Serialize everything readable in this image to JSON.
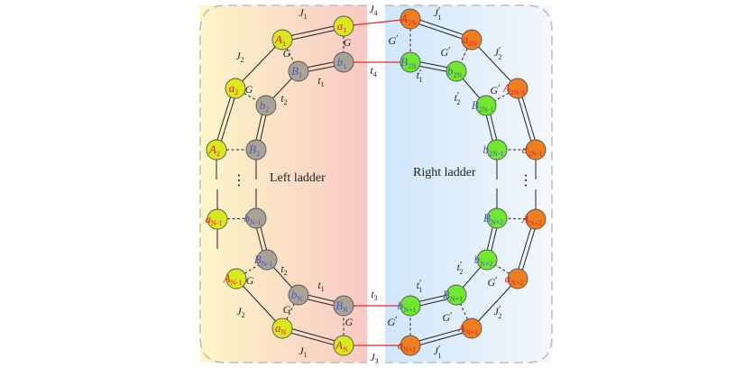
{
  "left_region": {
    "label": "Left ladder",
    "gradient": [
      "#fdf6c8",
      "#f9c9c4"
    ]
  },
  "right_region": {
    "label": "Right ladder",
    "gradient": [
      "#cfe6fb",
      "#f4f8fb"
    ]
  },
  "ellipsis": "⋮",
  "colors": {
    "yellow": "#d9e81e",
    "gray": "#a9a296",
    "green": "#6fe82f",
    "orange": "#ee7e1f",
    "link": "#e02a2a",
    "text_red": "#d42a2a",
    "text_blue": "#4a59b8"
  },
  "nodes": [
    {
      "id": "a1",
      "base": "a",
      "sub": "1",
      "fill": "yellow",
      "text": "red"
    },
    {
      "id": "A1",
      "base": "A",
      "sub": "1",
      "fill": "yellow",
      "text": "red"
    },
    {
      "id": "B1",
      "base": "B",
      "sub": "1",
      "fill": "gray",
      "text": "blue"
    },
    {
      "id": "b1",
      "base": "b",
      "sub": "1",
      "fill": "gray",
      "text": "blue"
    },
    {
      "id": "a2",
      "base": "a",
      "sub": "2",
      "fill": "yellow",
      "text": "red"
    },
    {
      "id": "b2",
      "base": "b",
      "sub": "2",
      "fill": "gray",
      "text": "blue"
    },
    {
      "id": "A2",
      "base": "A",
      "sub": "2",
      "fill": "yellow",
      "text": "red"
    },
    {
      "id": "B2",
      "base": "B",
      "sub": "2",
      "fill": "gray",
      "text": "blue"
    },
    {
      "id": "aN1",
      "base": "a",
      "sub": "N-1",
      "fill": "yellow",
      "text": "red"
    },
    {
      "id": "bN1",
      "base": "b",
      "sub": "N-1",
      "fill": "gray",
      "text": "blue"
    },
    {
      "id": "AN1",
      "base": "A",
      "sub": "N-1",
      "fill": "yellow",
      "text": "red"
    },
    {
      "id": "BN1",
      "base": "B",
      "sub": "N-1",
      "fill": "gray",
      "text": "blue"
    },
    {
      "id": "bN",
      "base": "b",
      "sub": "N",
      "fill": "gray",
      "text": "blue"
    },
    {
      "id": "BN",
      "base": "B",
      "sub": "N",
      "fill": "gray",
      "text": "blue"
    },
    {
      "id": "aN",
      "base": "a",
      "sub": "N",
      "fill": "yellow",
      "text": "red"
    },
    {
      "id": "AN",
      "base": "A",
      "sub": "N",
      "fill": "yellow",
      "text": "red"
    },
    {
      "id": "A2N",
      "base": "A",
      "sub": "2N",
      "fill": "orange",
      "text": "red"
    },
    {
      "id": "B2N",
      "base": "B",
      "sub": "2N",
      "fill": "green",
      "text": "blue"
    },
    {
      "id": "a2N",
      "base": "a",
      "sub": "2N",
      "fill": "orange",
      "text": "red"
    },
    {
      "id": "b2N",
      "base": "b",
      "sub": "2N",
      "fill": "green",
      "text": "blue"
    },
    {
      "id": "A2N1",
      "base": "A",
      "sub": "2N-1",
      "fill": "orange",
      "text": "red"
    },
    {
      "id": "B2N1",
      "base": "B",
      "sub": "2N-1",
      "fill": "green",
      "text": "blue"
    },
    {
      "id": "b2N1",
      "base": "b",
      "sub": "2N-1",
      "fill": "green",
      "text": "blue"
    },
    {
      "id": "a2N1",
      "base": "a",
      "sub": "2N-1",
      "fill": "orange",
      "text": "red"
    },
    {
      "id": "BNp2",
      "base": "B",
      "sub": "N+2",
      "fill": "green",
      "text": "blue"
    },
    {
      "id": "ANp2",
      "base": "A",
      "sub": "N+2",
      "fill": "orange",
      "text": "red"
    },
    {
      "id": "bNp2",
      "base": "b",
      "sub": "N+2",
      "fill": "green",
      "text": "blue"
    },
    {
      "id": "aNp2",
      "base": "a",
      "sub": "N+2",
      "fill": "orange",
      "text": "red"
    },
    {
      "id": "BNp1",
      "base": "B",
      "sub": "N+1",
      "fill": "green",
      "text": "blue"
    },
    {
      "id": "bNp1",
      "base": "b",
      "sub": "N+1",
      "fill": "green",
      "text": "blue"
    },
    {
      "id": "ANp1",
      "base": "A",
      "sub": "N+1",
      "fill": "orange",
      "text": "red"
    },
    {
      "id": "aNp1",
      "base": "a",
      "sub": "N+1",
      "fill": "orange",
      "text": "red"
    }
  ],
  "edges": [
    {
      "from": "a1",
      "to": "A1",
      "style": "double"
    },
    {
      "from": "A1",
      "to": "a2",
      "style": "single"
    },
    {
      "from": "a2",
      "to": "A2",
      "style": "double"
    },
    {
      "from": "AN1",
      "to": "aN",
      "style": "single"
    },
    {
      "from": "aN",
      "to": "AN",
      "style": "double"
    },
    {
      "from": "b1",
      "to": "B1",
      "style": "double"
    },
    {
      "from": "B1",
      "to": "b2",
      "style": "single"
    },
    {
      "from": "b2",
      "to": "B2",
      "style": "double"
    },
    {
      "from": "bN1",
      "to": "BN1",
      "style": "double"
    },
    {
      "from": "BN1",
      "to": "bN",
      "style": "single"
    },
    {
      "from": "bN",
      "to": "BN",
      "style": "double"
    },
    {
      "from": "a1",
      "to": "b1",
      "style": "dashed"
    },
    {
      "from": "A1",
      "to": "B1",
      "style": "dashed"
    },
    {
      "from": "a2",
      "to": "b2",
      "style": "dashed"
    },
    {
      "from": "A2",
      "to": "B2",
      "style": "dashed"
    },
    {
      "from": "aN1",
      "to": "bN1",
      "style": "dashed"
    },
    {
      "from": "AN1",
      "to": "BN1",
      "style": "dashed"
    },
    {
      "from": "aN",
      "to": "bN",
      "style": "dashed"
    },
    {
      "from": "AN",
      "to": "BN",
      "style": "dashed"
    },
    {
      "from": "A2N",
      "to": "a2N",
      "style": "double"
    },
    {
      "from": "a2N",
      "to": "A2N1",
      "style": "single"
    },
    {
      "from": "A2N1",
      "to": "a2N1",
      "style": "double"
    },
    {
      "from": "ANp2",
      "to": "aNp2",
      "style": "double"
    },
    {
      "from": "aNp2",
      "to": "ANp1",
      "style": "single"
    },
    {
      "from": "ANp1",
      "to": "aNp1",
      "style": "double"
    },
    {
      "from": "B2N",
      "to": "b2N",
      "style": "double"
    },
    {
      "from": "b2N",
      "to": "B2N1",
      "style": "single"
    },
    {
      "from": "B2N1",
      "to": "b2N1",
      "style": "double"
    },
    {
      "from": "BNp2",
      "to": "bNp2",
      "style": "double"
    },
    {
      "from": "bNp2",
      "to": "BNp1",
      "style": "single"
    },
    {
      "from": "BNp1",
      "to": "bNp1",
      "style": "double"
    },
    {
      "from": "A2N",
      "to": "B2N",
      "style": "dashed"
    },
    {
      "from": "a2N",
      "to": "b2N",
      "style": "dashed"
    },
    {
      "from": "A2N1",
      "to": "B2N1",
      "style": "dashed"
    },
    {
      "from": "a2N1",
      "to": "b2N1",
      "style": "dashed"
    },
    {
      "from": "ANp2",
      "to": "BNp2",
      "style": "dashed"
    },
    {
      "from": "aNp2",
      "to": "bNp2",
      "style": "dashed"
    },
    {
      "from": "ANp1",
      "to": "BNp1",
      "style": "dashed"
    },
    {
      "from": "aNp1",
      "to": "bNp1",
      "style": "dashed"
    },
    {
      "from": "a1",
      "to": "A2N",
      "style": "link"
    },
    {
      "from": "b1",
      "to": "B2N",
      "style": "link"
    },
    {
      "from": "BN",
      "to": "bNp1",
      "style": "link"
    },
    {
      "from": "AN",
      "to": "aNp1",
      "style": "link"
    }
  ],
  "stubs": [
    {
      "node": "A2",
      "dir": "down"
    },
    {
      "node": "B2",
      "dir": "down"
    },
    {
      "node": "aN1",
      "dir": "up"
    },
    {
      "node": "aN1",
      "dir": "down"
    },
    {
      "node": "bN1",
      "dir": "up"
    },
    {
      "node": "a2N1",
      "dir": "down"
    },
    {
      "node": "b2N1",
      "dir": "down"
    },
    {
      "node": "BNp2",
      "dir": "up"
    },
    {
      "node": "ANp2",
      "dir": "up"
    }
  ],
  "bond_labels": [
    {
      "id": "J1_top",
      "base": "J",
      "sub": "1",
      "prime": false
    },
    {
      "id": "J4",
      "base": "J",
      "sub": "4",
      "prime": false
    },
    {
      "id": "Jp1_top",
      "base": "J",
      "sub": "1",
      "prime": true
    },
    {
      "id": "G_a1b1",
      "base": "G",
      "sub": "",
      "prime": false
    },
    {
      "id": "Gp_top",
      "base": "G",
      "sub": "",
      "prime": true
    },
    {
      "id": "J2_a",
      "base": "J",
      "sub": "2",
      "prime": false
    },
    {
      "id": "G_A1B1",
      "base": "G",
      "sub": "",
      "prime": false
    },
    {
      "id": "t1_top",
      "base": "t",
      "sub": "1",
      "prime": false
    },
    {
      "id": "t4",
      "base": "t",
      "sub": "4",
      "prime": false
    },
    {
      "id": "tp1_top",
      "base": "t",
      "sub": "1",
      "prime": true
    },
    {
      "id": "Gp_a2N",
      "base": "G",
      "sub": "",
      "prime": true
    },
    {
      "id": "Jp2_a",
      "base": "J",
      "sub": "2",
      "prime": true
    },
    {
      "id": "G_a2b2",
      "base": "G",
      "sub": "",
      "prime": false
    },
    {
      "id": "t2_top",
      "base": "t",
      "sub": "2",
      "prime": false
    },
    {
      "id": "tp2_top",
      "base": "t",
      "sub": "2",
      "prime": true
    },
    {
      "id": "Gp_A2N1",
      "base": "G",
      "sub": "",
      "prime": true
    },
    {
      "id": "G_AN1BN1",
      "base": "G",
      "sub": "",
      "prime": false
    },
    {
      "id": "t2_bot",
      "base": "t",
      "sub": "2",
      "prime": false
    },
    {
      "id": "tp2_bot",
      "base": "t",
      "sub": "2",
      "prime": true
    },
    {
      "id": "Gp_aNp2",
      "base": "G",
      "sub": "",
      "prime": true
    },
    {
      "id": "t1_bot",
      "base": "t",
      "sub": "1",
      "prime": false
    },
    {
      "id": "t3",
      "base": "t",
      "sub": "3",
      "prime": false
    },
    {
      "id": "tp1_bot",
      "base": "t",
      "sub": "1",
      "prime": true
    },
    {
      "id": "J2_b",
      "base": "J",
      "sub": "2",
      "prime": false
    },
    {
      "id": "G_aNbN",
      "base": "G",
      "sub": "",
      "prime": false
    },
    {
      "id": "G_ANBN",
      "base": "G",
      "sub": "",
      "prime": false
    },
    {
      "id": "Gp_ANp1",
      "base": "G",
      "sub": "",
      "prime": true
    },
    {
      "id": "Jp2_b",
      "base": "J",
      "sub": "2",
      "prime": true
    },
    {
      "id": "Gp_aNp1",
      "base": "G",
      "sub": "",
      "prime": true
    },
    {
      "id": "J1_bot",
      "base": "J",
      "sub": "1",
      "prime": false
    },
    {
      "id": "J3",
      "base": "J",
      "sub": "3",
      "prime": false
    },
    {
      "id": "Jp1_bot",
      "base": "J",
      "sub": "1",
      "prime": true
    }
  ]
}
